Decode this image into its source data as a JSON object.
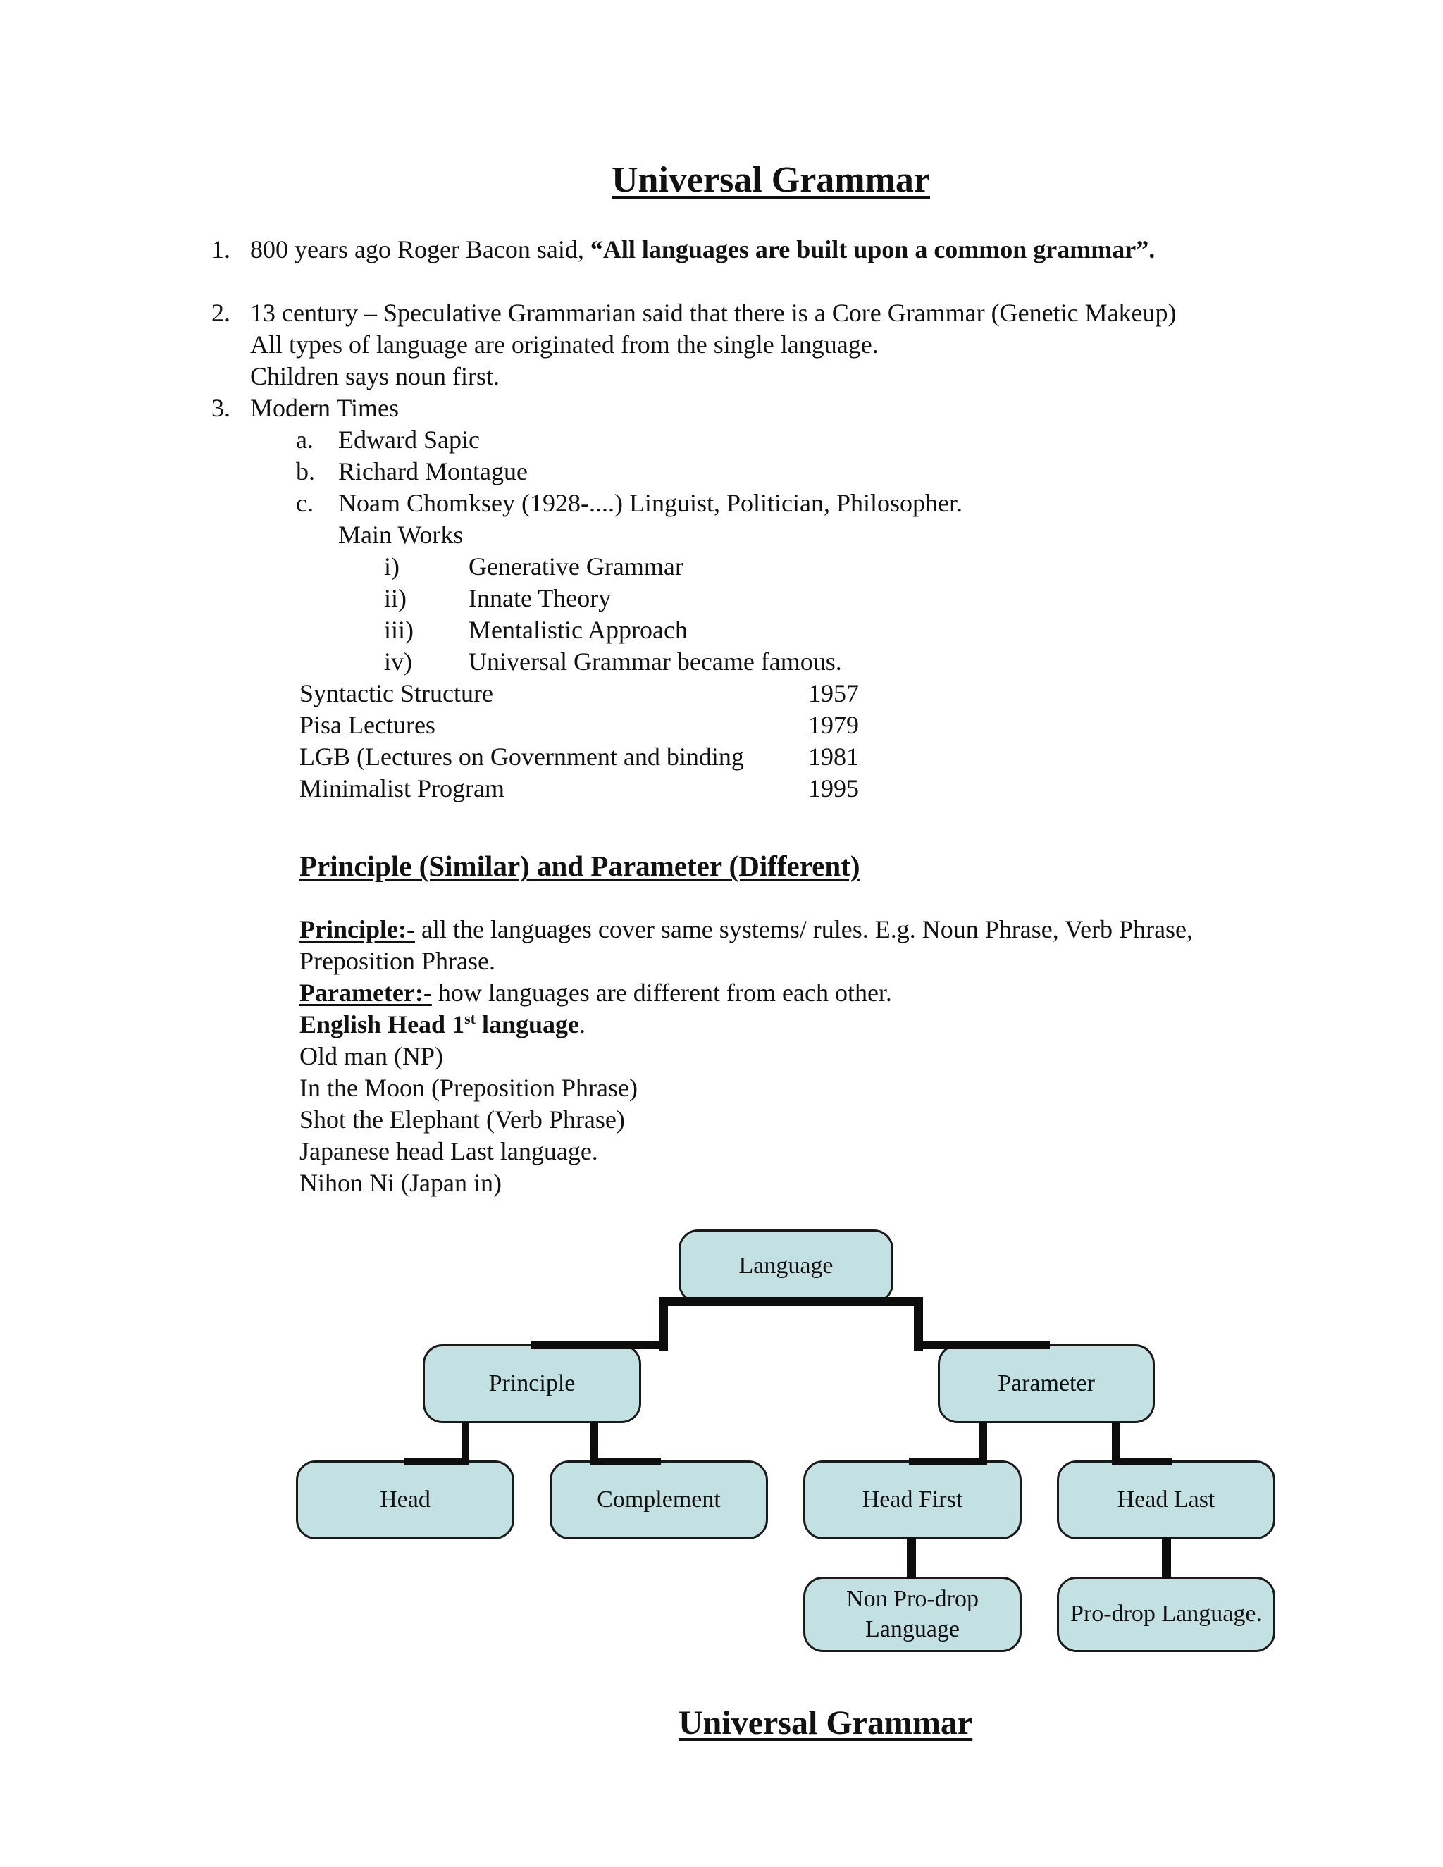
{
  "title": "Universal Grammar",
  "footer_heading": "Universal Grammar",
  "list": {
    "item1": {
      "num": "1.",
      "pre": "800 years ago Roger Bacon said, ",
      "bold": "“All languages are built upon a common grammar”."
    },
    "item2": {
      "num": "2.",
      "line1": "13 century – Speculative Grammarian said that there is a Core Grammar (Genetic Makeup)",
      "line2": "All types of language are originated from the single language.",
      "line3": "Children says noun first."
    },
    "item3": {
      "num": "3.",
      "label": "Modern Times"
    },
    "sub": [
      {
        "num": "a.",
        "text": "Edward Sapic"
      },
      {
        "num": "b.",
        "text": "Richard Montague"
      },
      {
        "num": "c.",
        "text": "Noam Chomksey (1928-....) Linguist, Politician, Philosopher."
      }
    ],
    "main_works_label": "Main Works",
    "roman": [
      {
        "num": "i)",
        "text": "Generative Grammar"
      },
      {
        "num": "ii)",
        "text": "Innate Theory"
      },
      {
        "num": "iii)",
        "text": "Mentalistic Approach"
      },
      {
        "num": "iv)",
        "text": "Universal Grammar became famous."
      }
    ]
  },
  "works": [
    {
      "name": "Syntactic Structure",
      "year": "1957"
    },
    {
      "name": "Pisa Lectures",
      "year": "1979"
    },
    {
      "name": "LGB (Lectures on Government and binding",
      "year": "1981"
    },
    {
      "name": "Minimalist Program",
      "year": "1995"
    }
  ],
  "section": {
    "heading": "Principle (Similar) and Parameter (Different)",
    "principle_label": "Principle:-",
    "principle_text": " all the languages cover same systems/ rules. E.g. Noun Phrase, Verb Phrase,",
    "principle_wrap": "Preposition Phrase.",
    "parameter_label": "Parameter:-",
    "parameter_text": " how languages are different from each other.",
    "english_pre": "English Head 1",
    "english_sup": "st",
    "english_post": " language",
    "english_dot": ".",
    "examples": [
      "Old man (NP)",
      "In the Moon (Preposition Phrase)",
      "Shot the Elephant (Verb Phrase)",
      "Japanese head Last language.",
      "Nihon Ni (Japan in)"
    ]
  },
  "diagram": {
    "fill": "#c3e1e3",
    "border": "#1a1a1a",
    "nodes": {
      "language": "Language",
      "principle": "Principle",
      "parameter": "Parameter",
      "head": "Head",
      "complement": "Complement",
      "head_first": "Head First",
      "head_last": "Head Last",
      "non_pro_drop": "Non Pro-drop Language",
      "pro_drop": "Pro-drop Language."
    }
  }
}
